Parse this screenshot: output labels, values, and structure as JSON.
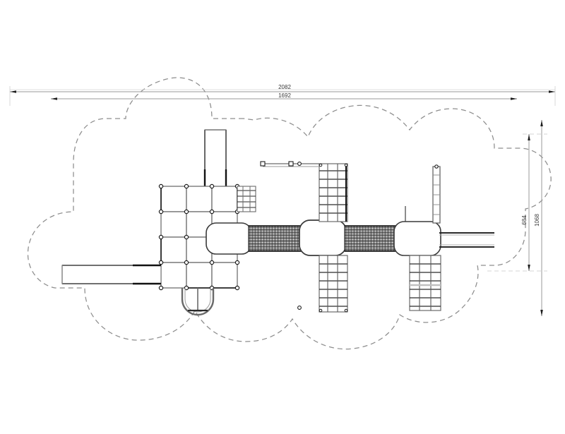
{
  "drawing": {
    "title": "playground-plan-view",
    "type": "technical-plan",
    "background_color": "#ffffff",
    "line_color": "#4a4a4a",
    "dark_line_color": "#1c1c1c",
    "safety_zone_color": "#8a8a8a"
  },
  "dimensions": {
    "overall_width_label": "2082",
    "inner_width_label": "1692",
    "overall_height_label": "1068",
    "inner_height_label": "684"
  },
  "chart_data": {
    "type": "table",
    "title": "Playground structure plan view with safety zone",
    "labels": [
      "2082",
      "1692",
      "684",
      "1068"
    ]
  },
  "components": {
    "safety_zone": "dashed-safety-boundary",
    "deck_grid": "modular-deck-grid",
    "platform_left": "rounded-platform",
    "platform_center": "rounded-platform",
    "platform_right": "rounded-platform",
    "net_bridge_left": "net-tunnel-bridge",
    "net_bridge_right": "net-tunnel-bridge",
    "slide_top": "straight-slide-chute",
    "slide_left": "straight-slide-chute",
    "climber_north": "grid-climber",
    "climber_south": "grid-climber",
    "climber_east": "grid-climber-ramp",
    "balance_beam": "balance-beam",
    "fireman_pole": "fireman-pole",
    "arch": "arch-element",
    "small_ladder": "rung-ladder"
  }
}
